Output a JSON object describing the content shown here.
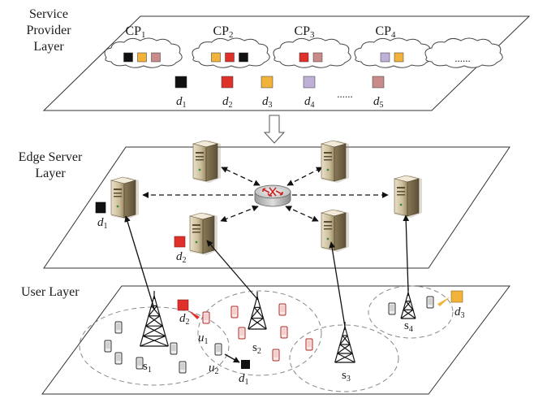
{
  "layers": {
    "service_provider": [
      "Service",
      "Provider",
      "Layer"
    ],
    "edge_server": [
      "Edge Server",
      "Layer"
    ],
    "user": "User Layer"
  },
  "providers": [
    {
      "name": "CP",
      "sub": "1",
      "items": [
        "#111111",
        "#f2b33a",
        "#c98a8a"
      ]
    },
    {
      "name": "CP",
      "sub": "2",
      "items": [
        "#f2b33a",
        "#e0302a",
        "#111111"
      ]
    },
    {
      "name": "CP",
      "sub": "3",
      "items": [
        "#e0302a",
        "#c98a8a"
      ]
    },
    {
      "name": "CP",
      "sub": "4",
      "items": [
        "#bfb0d8",
        "#f2b33a"
      ]
    },
    {
      "name": "......",
      "sub": "",
      "items": []
    }
  ],
  "legend": [
    {
      "letter": "d",
      "sub": "1",
      "color": "#111111"
    },
    {
      "letter": "d",
      "sub": "2",
      "color": "#e0302a"
    },
    {
      "letter": "d",
      "sub": "3",
      "color": "#f2b33a"
    },
    {
      "letter": "d",
      "sub": "4",
      "color": "#bfb0d8"
    },
    {
      "letter": "......",
      "sub": "",
      "color": ""
    },
    {
      "letter": "d",
      "sub": "5",
      "color": "#c98a8a"
    }
  ],
  "edge_labels": {
    "server_left_content": {
      "letter": "d",
      "sub": "1"
    },
    "server_mid_content": {
      "letter": "d",
      "sub": "2"
    }
  },
  "cells": [
    {
      "letter": "s",
      "sub": "1"
    },
    {
      "letter": "s",
      "sub": "2"
    },
    {
      "letter": "s",
      "sub": "3"
    },
    {
      "letter": "s",
      "sub": "4"
    }
  ],
  "user_labels": {
    "u1": {
      "letter": "u",
      "sub": "1"
    },
    "u2": {
      "letter": "u",
      "sub": "2"
    },
    "req_d2": {
      "letter": "d",
      "sub": "2"
    },
    "req_d1": {
      "letter": "d",
      "sub": "1"
    },
    "req_d3": {
      "letter": "d",
      "sub": "3"
    }
  }
}
